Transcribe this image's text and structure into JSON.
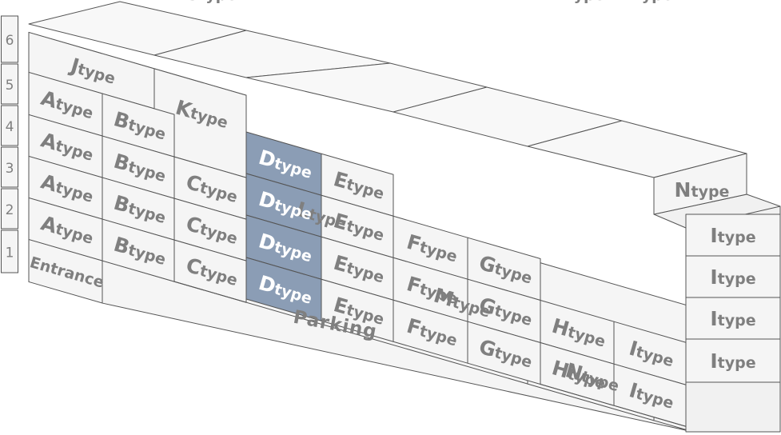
{
  "floors": [
    "1",
    "2",
    "3",
    "4",
    "5",
    "6"
  ],
  "type_suffix": "type",
  "parking_label": "Parking",
  "entrance_label": "Entrance",
  "highlight_color": "#8b9db5",
  "units": [
    {
      "key": "J6",
      "letter": "J"
    },
    {
      "key": "K5",
      "letter": "K"
    },
    {
      "key": "L4",
      "letter": "L"
    },
    {
      "key": "M3",
      "letter": "M"
    },
    {
      "key": "N2",
      "letter": "N"
    },
    {
      "key": "N2b",
      "letter": "N"
    },
    {
      "key": "A5",
      "letter": "A"
    },
    {
      "key": "A4",
      "letter": "A"
    },
    {
      "key": "A3",
      "letter": "A"
    },
    {
      "key": "A2",
      "letter": "A"
    },
    {
      "key": "B5",
      "letter": "B"
    },
    {
      "key": "B4",
      "letter": "B"
    },
    {
      "key": "B3",
      "letter": "B"
    },
    {
      "key": "B2",
      "letter": "B"
    },
    {
      "key": "C4",
      "letter": "C"
    },
    {
      "key": "C3",
      "letter": "C"
    },
    {
      "key": "C2",
      "letter": "C"
    },
    {
      "key": "C1",
      "letter": "C"
    },
    {
      "key": "D4",
      "letter": "D",
      "highlight": true
    },
    {
      "key": "D3",
      "letter": "D",
      "highlight": true
    },
    {
      "key": "D2",
      "letter": "D",
      "highlight": true
    },
    {
      "key": "D1",
      "letter": "D",
      "highlight": true
    },
    {
      "key": "E4",
      "letter": "E"
    },
    {
      "key": "E3",
      "letter": "E"
    },
    {
      "key": "E2",
      "letter": "E"
    },
    {
      "key": "E1",
      "letter": "E"
    },
    {
      "key": "F3",
      "letter": "F"
    },
    {
      "key": "F2",
      "letter": "F"
    },
    {
      "key": "F1",
      "letter": "F"
    },
    {
      "key": "G3",
      "letter": "G"
    },
    {
      "key": "G2",
      "letter": "G"
    },
    {
      "key": "G1",
      "letter": "G"
    },
    {
      "key": "H3",
      "letter": "H"
    },
    {
      "key": "H2",
      "letter": "H"
    },
    {
      "key": "H1",
      "letter": "H"
    },
    {
      "key": "I3",
      "letter": "I"
    },
    {
      "key": "I2",
      "letter": "I"
    },
    {
      "key": "I1",
      "letter": "I"
    },
    {
      "key": "Is4",
      "letter": "I"
    },
    {
      "key": "Is3",
      "letter": "I"
    },
    {
      "key": "Is2",
      "letter": "I"
    },
    {
      "key": "Is1",
      "letter": "I"
    }
  ]
}
